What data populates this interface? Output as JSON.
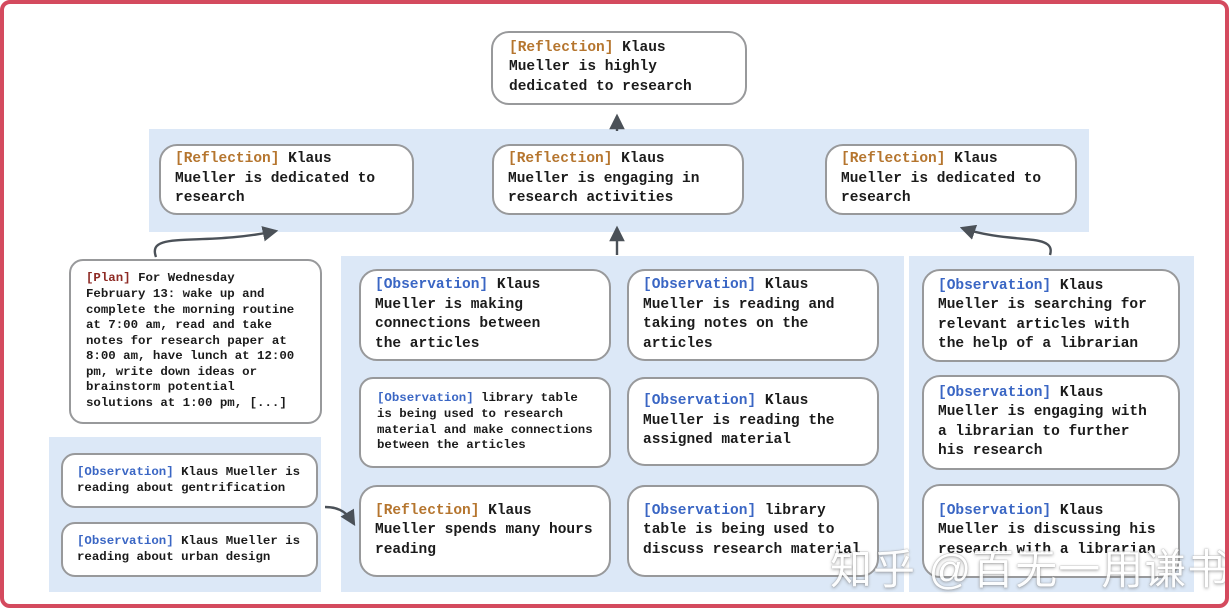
{
  "colors": {
    "frame": "#d44a5e",
    "band-bg": "#dce8f7",
    "box-border": "#98999b",
    "reflection": "#b5752e",
    "observation": "#3a66c4",
    "plan": "#8e2a24",
    "text": "#1b1b1b",
    "arrow": "#4b5158",
    "watermark": "#ffffff"
  },
  "root": {
    "tag": "[Reflection]",
    "text": "Klaus Mueller is highly dedicated to research"
  },
  "reflections": [
    {
      "tag": "[Reflection]",
      "text": "Klaus Mueller is dedicated to research"
    },
    {
      "tag": "[Reflection]",
      "text": "Klaus Mueller is engaging in research activities"
    },
    {
      "tag": "[Reflection]",
      "text": "Klaus Mueller is dedicated to research"
    }
  ],
  "plan": {
    "tag": "[Plan]",
    "text": "For Wednesday February 13: wake up and complete the morning routine at 7:00 am, read and take notes for research paper at 8:00 am, have lunch at 12:00 pm, write down ideas or brainstorm potential solutions at 1:00 pm, [...]"
  },
  "left_observations": [
    {
      "tag": "[Observation]",
      "text": "Klaus Mueller is reading about gentrification"
    },
    {
      "tag": "[Observation]",
      "text": "Klaus Mueller is reading about urban design"
    }
  ],
  "middle_group": {
    "col1": [
      {
        "tag": "[Observation]",
        "text": "Klaus Mueller is making connections between the articles"
      },
      {
        "tag": "[Observation]",
        "text": "library table is being used to research material and make connections between the articles"
      },
      {
        "tag": "[Reflection]",
        "text": "Klaus Mueller spends many hours reading"
      }
    ],
    "col2": [
      {
        "tag": "[Observation]",
        "text": "Klaus Mueller is reading and taking notes on the articles"
      },
      {
        "tag": "[Observation]",
        "text": "Klaus Mueller is reading the assigned material"
      },
      {
        "tag": "[Observation]",
        "text": "library table is being used to discuss research material"
      }
    ]
  },
  "right_group": [
    {
      "tag": "[Observation]",
      "text": "Klaus Mueller is searching for relevant articles with the help of a librarian"
    },
    {
      "tag": "[Observation]",
      "text": "Klaus Mueller is engaging with a librarian to further his research"
    },
    {
      "tag": "[Observation]",
      "text": "Klaus Mueller is discussing his research with a librarian"
    }
  ],
  "watermark": {
    "text": "知乎 @百无一用谦书生"
  }
}
